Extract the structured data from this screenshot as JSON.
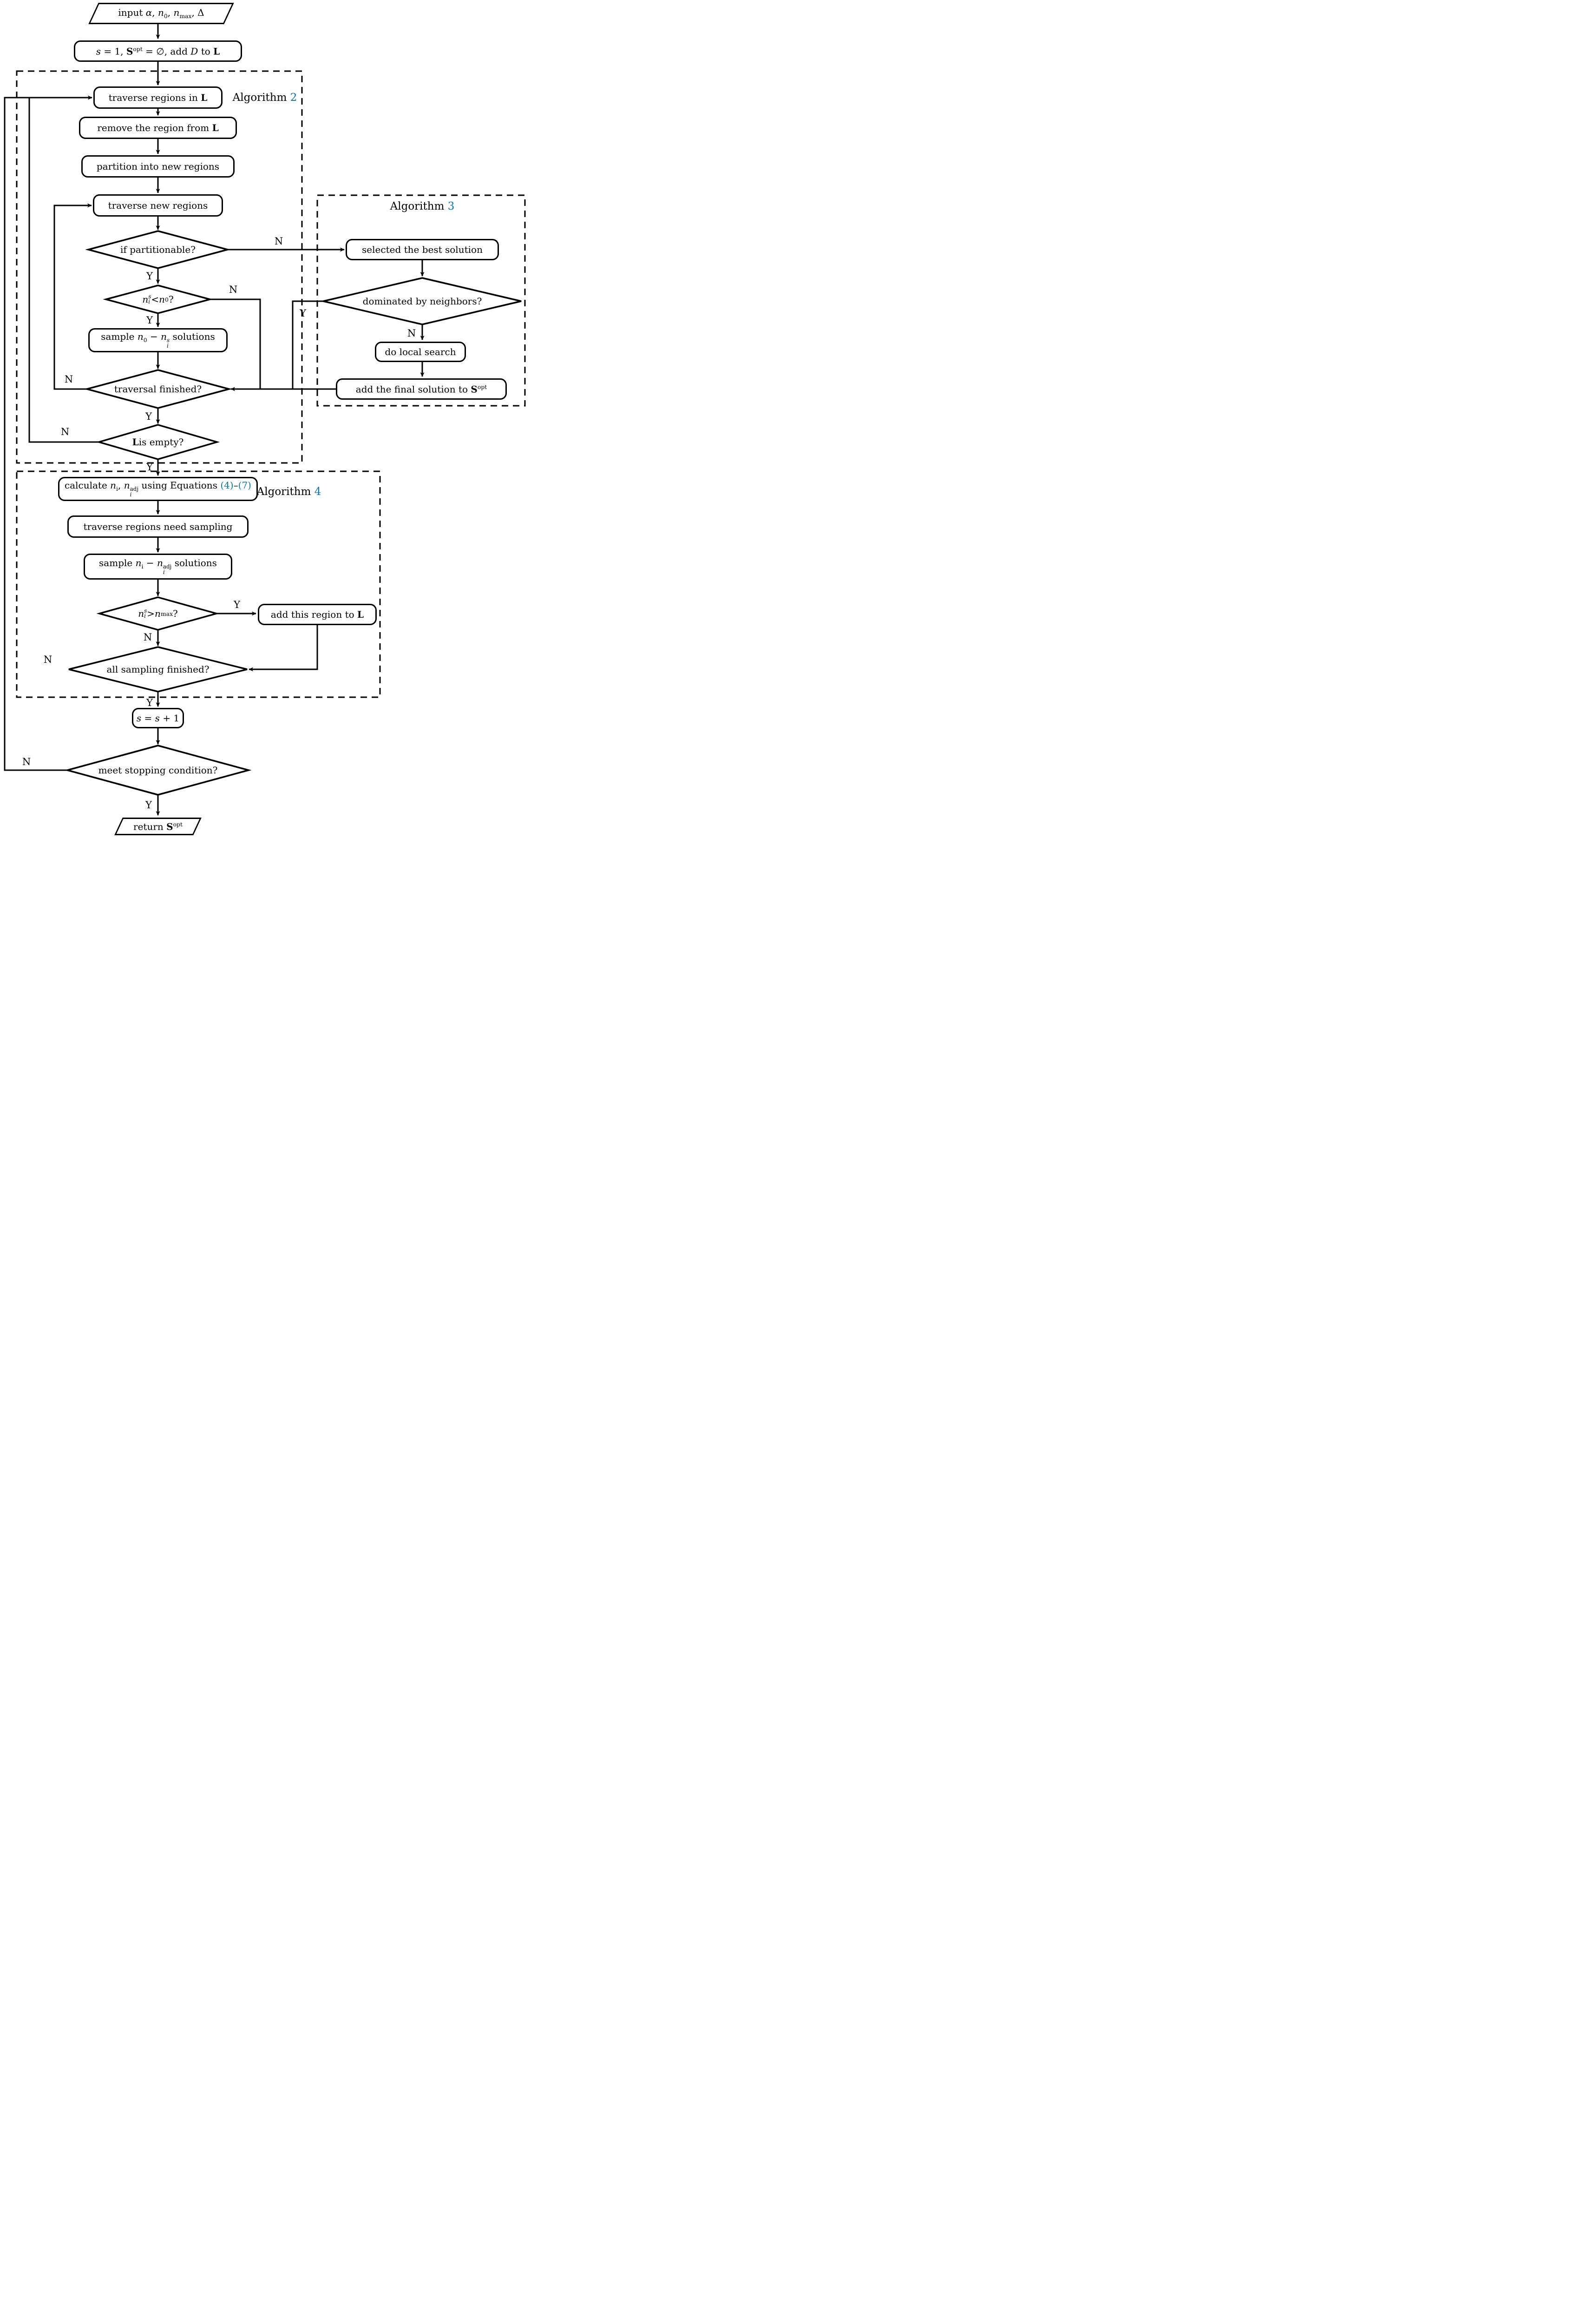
{
  "title": "MOSO partition-and-sample algorithm flowchart",
  "colors": {
    "ink": "#000000",
    "accent_blue": "#0e76b4",
    "background": "#ffffff"
  },
  "nodes": {
    "input": {
      "shape": "parallelogram",
      "html": "input <i>α</i>, <i>n</i><sub>0</sub>, <i>n</i><sub>max</sub>, Δ"
    },
    "init": {
      "shape": "rounded",
      "html": "<i>s</i> = 1, <span class=\"bb\">S</span><sup>opt</sup> = ∅, add <span class=\"cal\">D</span> to <span class=\"bb\">L</span>"
    },
    "traverse_regions": {
      "shape": "rounded",
      "html": "traverse regions in <span class=\"bb\">L</span>"
    },
    "remove_region": {
      "shape": "rounded",
      "html": "remove the region from <span class=\"bb\">L</span>"
    },
    "partition": {
      "shape": "rounded",
      "html": "partition into new regions"
    },
    "traverse_new": {
      "shape": "rounded",
      "html": "traverse new regions"
    },
    "if_partitionable": {
      "shape": "diamond",
      "html": "if partitionable?"
    },
    "n_lt_n0": {
      "shape": "diamond",
      "html": "<i>n</i><span class=\"ss\"><i>s</i><i>i</i></span> &lt; <i>n</i><sub>0</sub>?"
    },
    "sample_n0": {
      "shape": "rounded",
      "html": "sample <i>n</i><sub>0</sub> − <i>n</i><span class=\"ss\"><i>s</i><i>i</i></span> solutions"
    },
    "traversal_fin": {
      "shape": "diamond",
      "html": "traversal finished?"
    },
    "l_empty": {
      "shape": "diamond",
      "html": "<span class=\"bb\">L</span> is empty?"
    },
    "selected": {
      "shape": "rounded",
      "html": "selected the best solution"
    },
    "dominated": {
      "shape": "diamond",
      "html": "dominated by neighbors?"
    },
    "local_search": {
      "shape": "rounded",
      "html": "do local search"
    },
    "add_final": {
      "shape": "rounded",
      "html": "add the final solution to <span class=\"bb\">S</span><sup>opt</sup>"
    },
    "calculate": {
      "shape": "rounded",
      "html": "calculate <i>n</i><sub>i</sub>, <i>n</i><span class=\"ss\"><span>adj</span><i>i</i></span> using Equations <span class=\"blue\">(4)</span>–<span class=\"blue\">(7)</span>"
    },
    "traverse_need": {
      "shape": "rounded",
      "html": "traverse regions need sampling"
    },
    "sample_adj": {
      "shape": "rounded",
      "html": "sample <i>n</i><sub>i</sub> − <i>n</i><span class=\"ss\"><span>adj</span><i>i</i></span> solutions"
    },
    "n_gt_nmax": {
      "shape": "diamond",
      "html": "<i>n</i><span class=\"ss\"><i>s</i><i>i</i></span> &gt; <i>n</i><sub>max</sub>?"
    },
    "add_region": {
      "shape": "rounded",
      "html": "add this region to <span class=\"bb\">L</span>"
    },
    "all_sampling": {
      "shape": "diamond",
      "html": "all sampling finished?"
    },
    "s_inc": {
      "shape": "rounded",
      "html": "<i>s</i> = <i>s</i> + 1"
    },
    "stopping": {
      "shape": "diamond",
      "html": "meet stopping condition?"
    },
    "return": {
      "shape": "parallelogram",
      "html": "return <span class=\"bb\">S</span><sup>opt</sup>"
    }
  },
  "algorithms": {
    "alg2": {
      "prefix": "Algorithm ",
      "number": "2"
    },
    "alg3": {
      "prefix": "Algorithm ",
      "number": "3"
    },
    "alg4": {
      "prefix": "Algorithm ",
      "number": "4"
    }
  },
  "edge_labels": {
    "if_part_y": "Y",
    "if_part_n": "N",
    "n0_y": "Y",
    "n0_n": "N",
    "travfin_y": "Y",
    "travfin_n": "N",
    "empty_y": "Y",
    "empty_n": "N",
    "dominated_y": "Y",
    "dominated_n": "N",
    "nmax_y": "Y",
    "nmax_n": "N",
    "allsamp_y": "Y",
    "allsamp_n": "N",
    "stop_y": "Y",
    "stop_n": "N"
  }
}
